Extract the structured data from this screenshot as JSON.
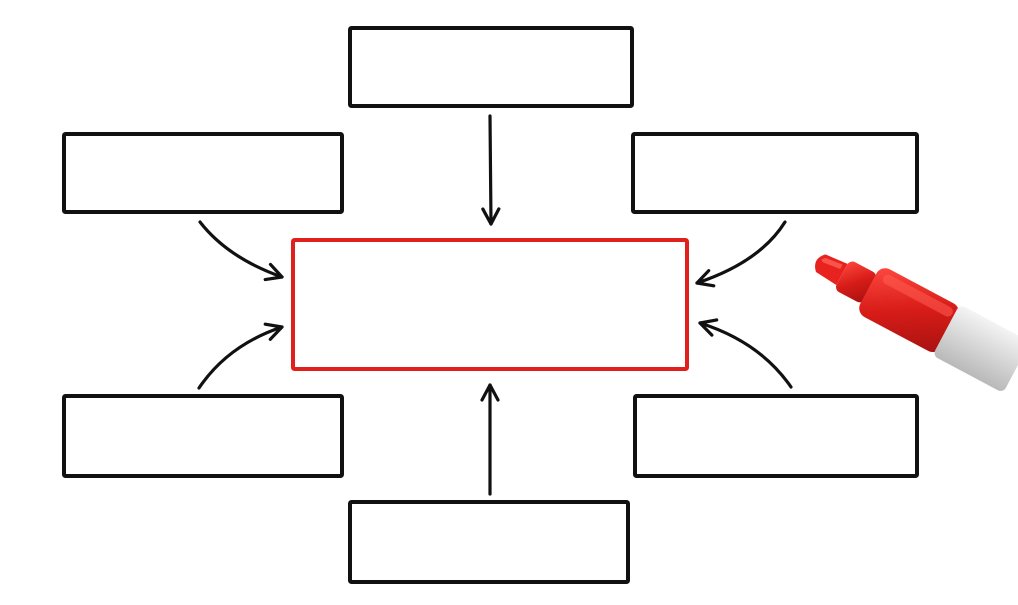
{
  "diagram": {
    "center_box": {
      "color": "#e0201c",
      "text": ""
    },
    "boxes": [
      {
        "id": "top",
        "text": ""
      },
      {
        "id": "top-left",
        "text": ""
      },
      {
        "id": "top-right",
        "text": ""
      },
      {
        "id": "bottom-left",
        "text": ""
      },
      {
        "id": "bottom-right",
        "text": ""
      },
      {
        "id": "bottom",
        "text": ""
      }
    ],
    "stroke_color": "#111111",
    "marker": {
      "name": "red-marker-icon",
      "body_color": "#d9201c",
      "tip_color": "#e8221e"
    }
  }
}
